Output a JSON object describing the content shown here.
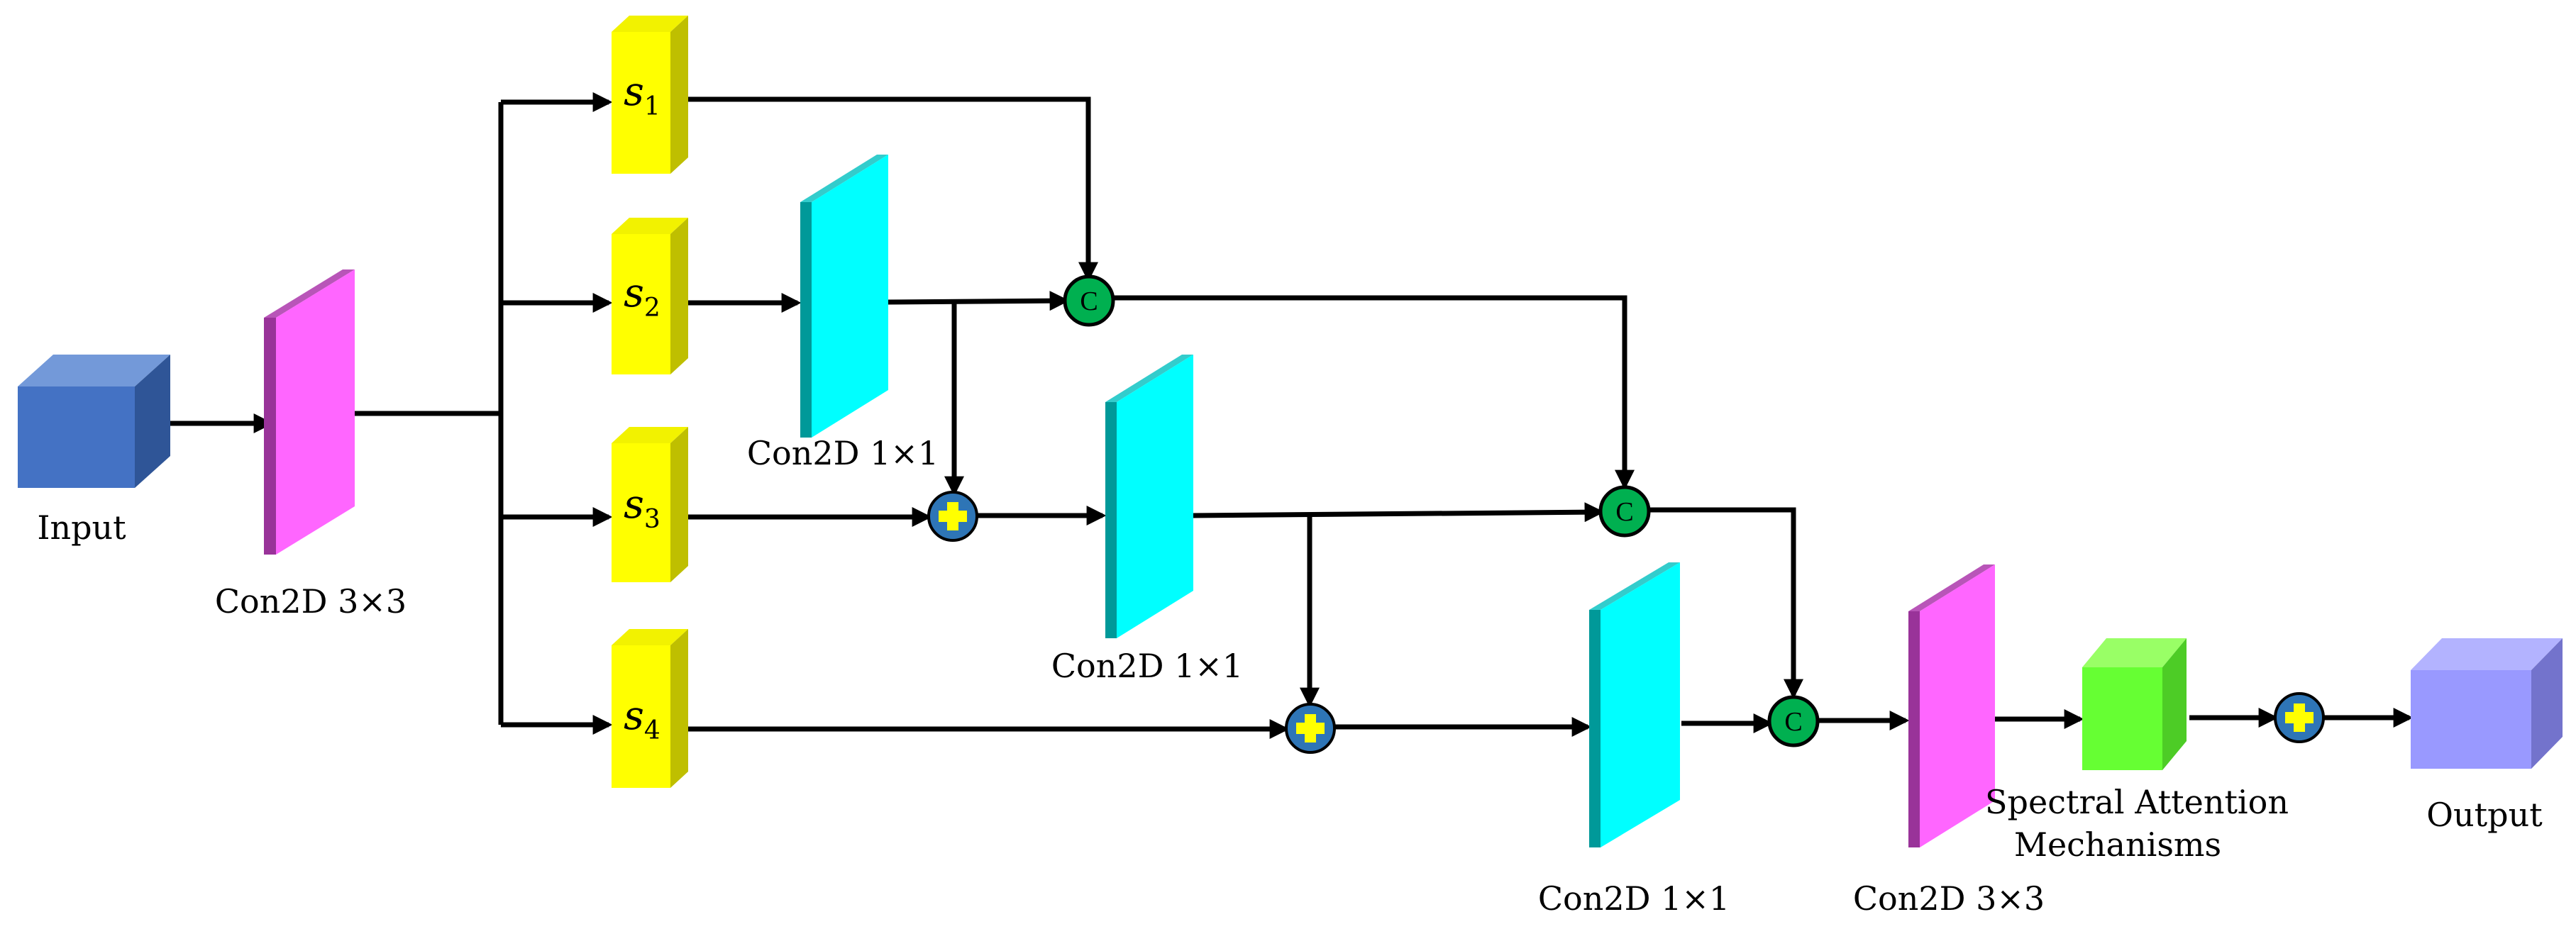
{
  "labels": {
    "input": "Input",
    "conv_first": "Con2D 3×3",
    "conv_s2": "Con2D 1×1",
    "conv_s3": "Con2D 1×1",
    "conv_s4": "Con2D 1×1",
    "conv_last": "Con2D 3×3",
    "attention_line1": "Spectral Attention",
    "attention_line2": "Mechanisms",
    "output": "Output"
  },
  "splits": [
    {
      "symbol": "s",
      "index": "1"
    },
    {
      "symbol": "s",
      "index": "2"
    },
    {
      "symbol": "s",
      "index": "3"
    },
    {
      "symbol": "s",
      "index": "4"
    }
  ],
  "concat_symbol": "C",
  "colors": {
    "input_block": "#4472C4",
    "conv3x3": "#FF66FF",
    "conv1x1": "#00FFFF",
    "split": "#FFFF00",
    "attention": "#66FF33",
    "output_block": "#9999FF",
    "concat_node": "#00B050",
    "add_node": "#2E75B6",
    "add_plus": "#FFFF00"
  }
}
